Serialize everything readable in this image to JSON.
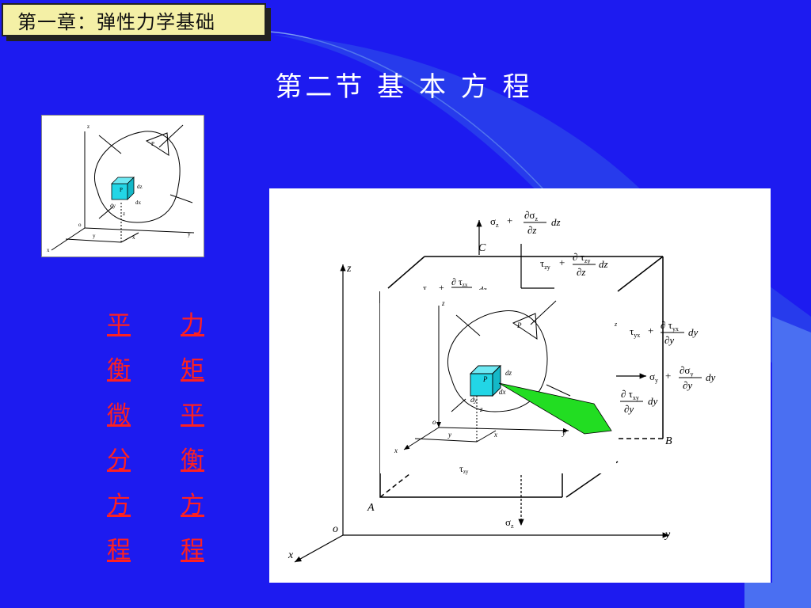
{
  "chapter_title": "第一章：弹性力学基础",
  "section_title": "第二节  基 本 方 程",
  "nav_left": [
    "平",
    "衡",
    "微",
    "分",
    "方",
    "程"
  ],
  "nav_right": [
    "力",
    "矩",
    "平",
    "衡",
    "方",
    "程"
  ],
  "colors": {
    "background": "#1d1bf0",
    "nav_link": "#ff2020",
    "chapter_tag": "#f4f0a6",
    "cube": "#22d6e6",
    "wedge": "#22dd22"
  },
  "figure": {
    "sigma_z_top_sym": "σ",
    "sigma_z_top_sub": "z",
    "sigma_z_top_num": "∂σ",
    "sigma_z_top_num_sub": "z",
    "sigma_z_top_den": "∂z",
    "sigma_z_top_tail": "dz",
    "tau_zy_sym": "τ",
    "tau_zy_sub": "zy",
    "tau_zy_num": "∂ τ",
    "tau_zy_num_sub": "zy",
    "tau_zy_den": "∂z",
    "tau_zy_tail": "dz",
    "tau_zx_sym": "τ",
    "tau_zx_sub": "zx",
    "tau_zx_num": "∂ τ",
    "tau_zx_num_sub": "zx",
    "tau_zx_tail": "dz",
    "tau_yx_sym": "τ",
    "tau_yx_sub": "yx",
    "tau_yx_num": "∂ τ",
    "tau_yx_num_sub": "yx",
    "tau_yx_den": "∂y",
    "tau_yx_tail": "dy",
    "sigma_y_sym": "σ",
    "sigma_y_sub": "y",
    "sigma_y_num": "∂σ",
    "sigma_y_num_sub": "y",
    "sigma_y_den": "∂y",
    "sigma_y_tail": "dy",
    "tau_xy_num": "∂ τ",
    "tau_xy_num_sub": "xy",
    "tau_xy_den": "∂y",
    "tau_xy_tail": "dy",
    "plus": "+",
    "point_c": "C",
    "point_b": "B",
    "point_a": "A",
    "origin": "o",
    "axis_x": "x",
    "axis_y": "y",
    "axis_z": "z",
    "tau_zy_bottom_sym": "τ",
    "tau_zy_bottom_sub": "zy",
    "sigma_z_bottom_sym": "σ",
    "sigma_z_bottom_sub": "z",
    "label_p": "P",
    "label_p1": "P",
    "label_dx": "dx",
    "label_dy": "dy",
    "label_dz": "dz"
  }
}
